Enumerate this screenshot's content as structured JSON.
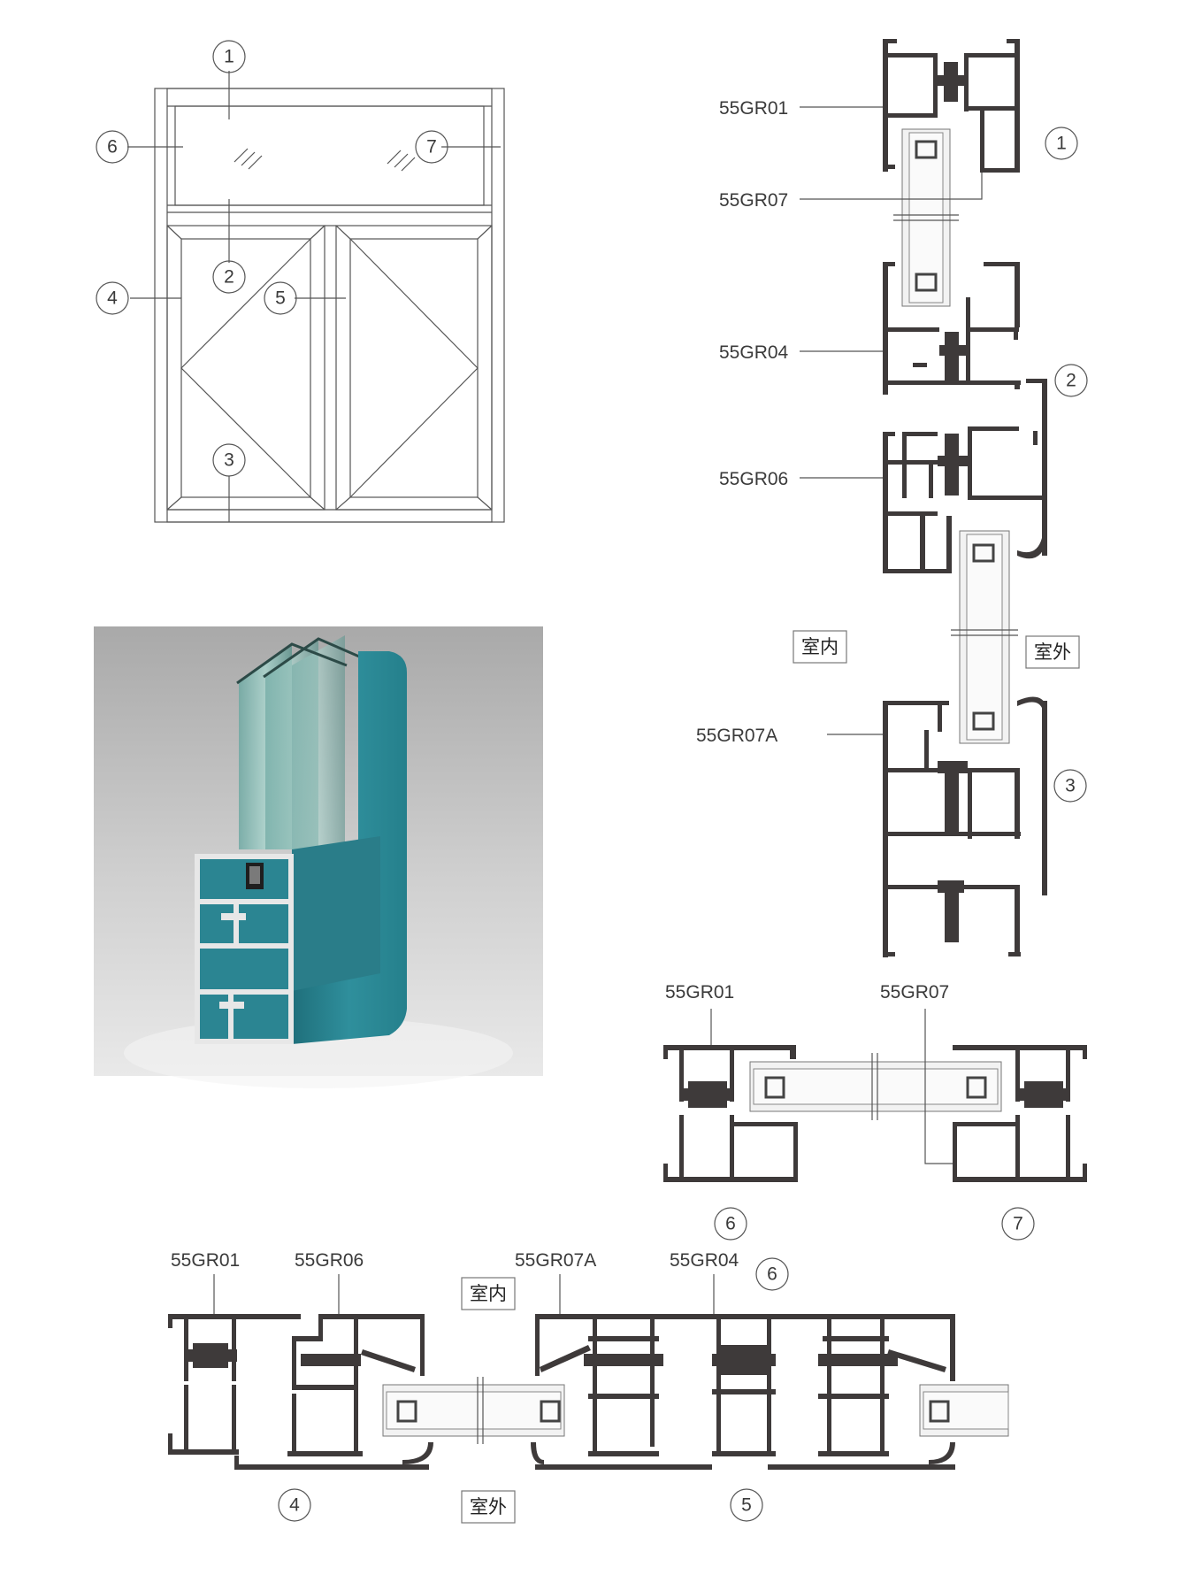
{
  "callouts": {
    "n1": "1",
    "n2": "2",
    "n3": "3",
    "n4": "4",
    "n5": "5",
    "n6": "6",
    "n7": "7"
  },
  "section_1": {
    "label_a": "55GR01",
    "label_b": "55GR07",
    "marker": "1"
  },
  "section_2": {
    "label_a": "55GR04",
    "label_b": "55GR06",
    "marker": "2"
  },
  "section_3": {
    "label_a": "55GR07A",
    "marker": "3"
  },
  "orientation": {
    "inside": "室内",
    "outside": "室外"
  },
  "section_67": {
    "label_a": "55GR01",
    "label_b": "55GR07",
    "marker_left": "6",
    "marker_right": "7"
  },
  "section_45": {
    "label_a": "55GR01",
    "label_b": "55GR06",
    "label_c": "55GR07A",
    "label_d": "55GR04",
    "marker_top": "6",
    "marker_left": "4",
    "marker_right": "5",
    "inside": "室内",
    "outside": "室外"
  },
  "colors": {
    "profile": "#3e3a3a",
    "render_teal": "#2f8a97",
    "render_bg": "#bdbdbd"
  }
}
